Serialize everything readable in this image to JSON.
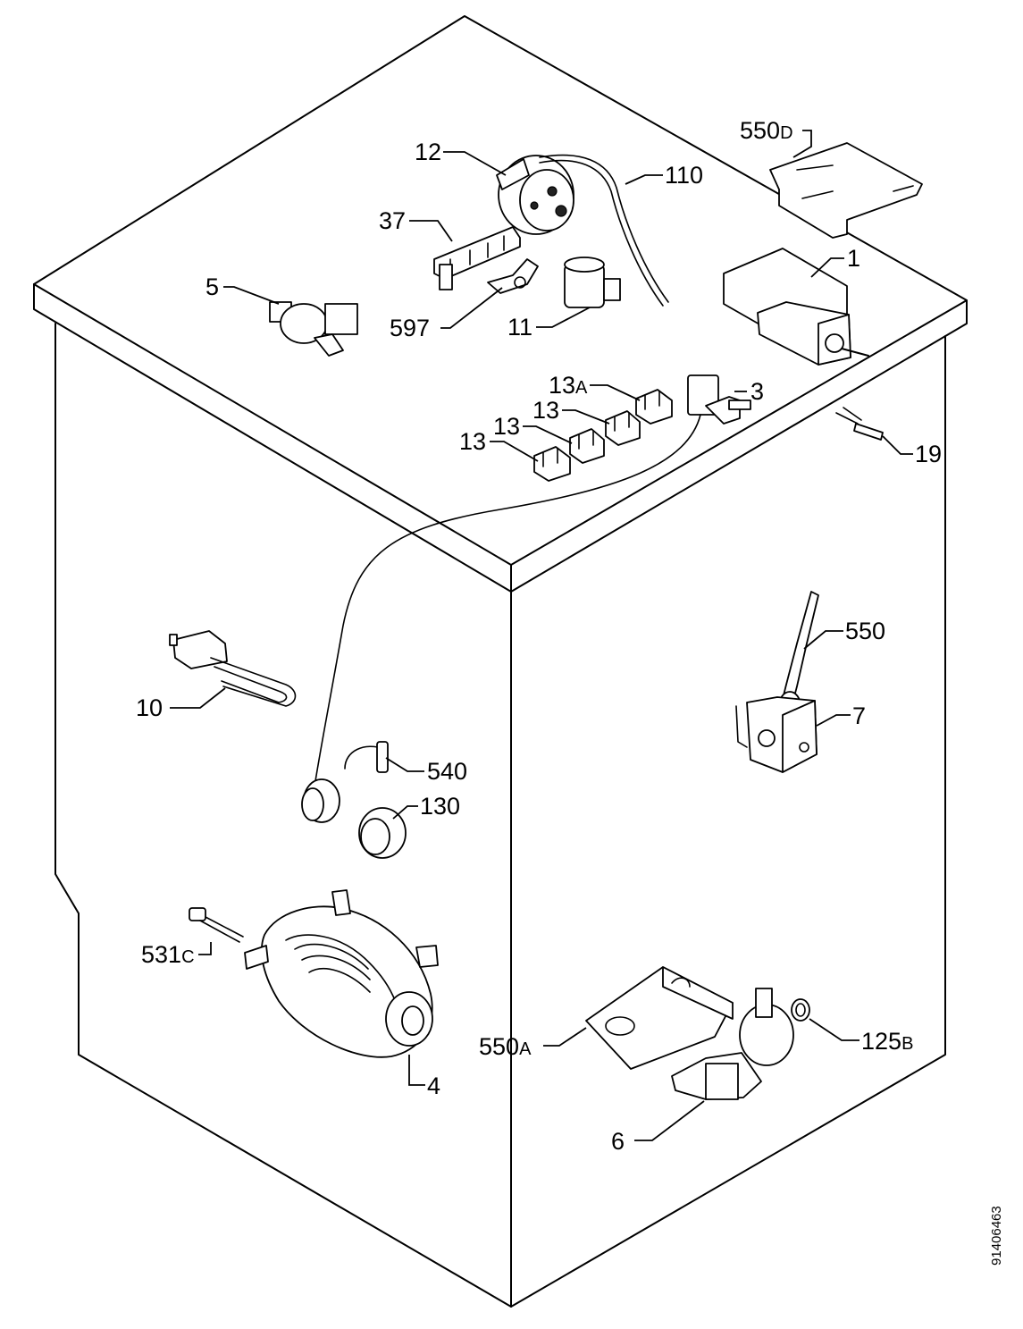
{
  "labels": {
    "p550D": {
      "num": "550",
      "suffix": "D"
    },
    "p12": "12",
    "p110": "110",
    "p37": "37",
    "p1": "1",
    "p5": "5",
    "p597": "597",
    "p11": "11",
    "p13A": {
      "num": "13",
      "suffix": "A"
    },
    "p3": "3",
    "p13a": "13",
    "p13b": "13",
    "p13c": "13",
    "p19": "19",
    "p550": "550",
    "p10": "10",
    "p7": "7",
    "p540": "540",
    "p130": "130",
    "p531C": {
      "num": "531",
      "suffix": "C"
    },
    "p4": "4",
    "p550A": {
      "num": "550",
      "suffix": "A"
    },
    "p125B": {
      "num": "125",
      "suffix": "B"
    },
    "p6": "6"
  },
  "document_number": "91406463"
}
